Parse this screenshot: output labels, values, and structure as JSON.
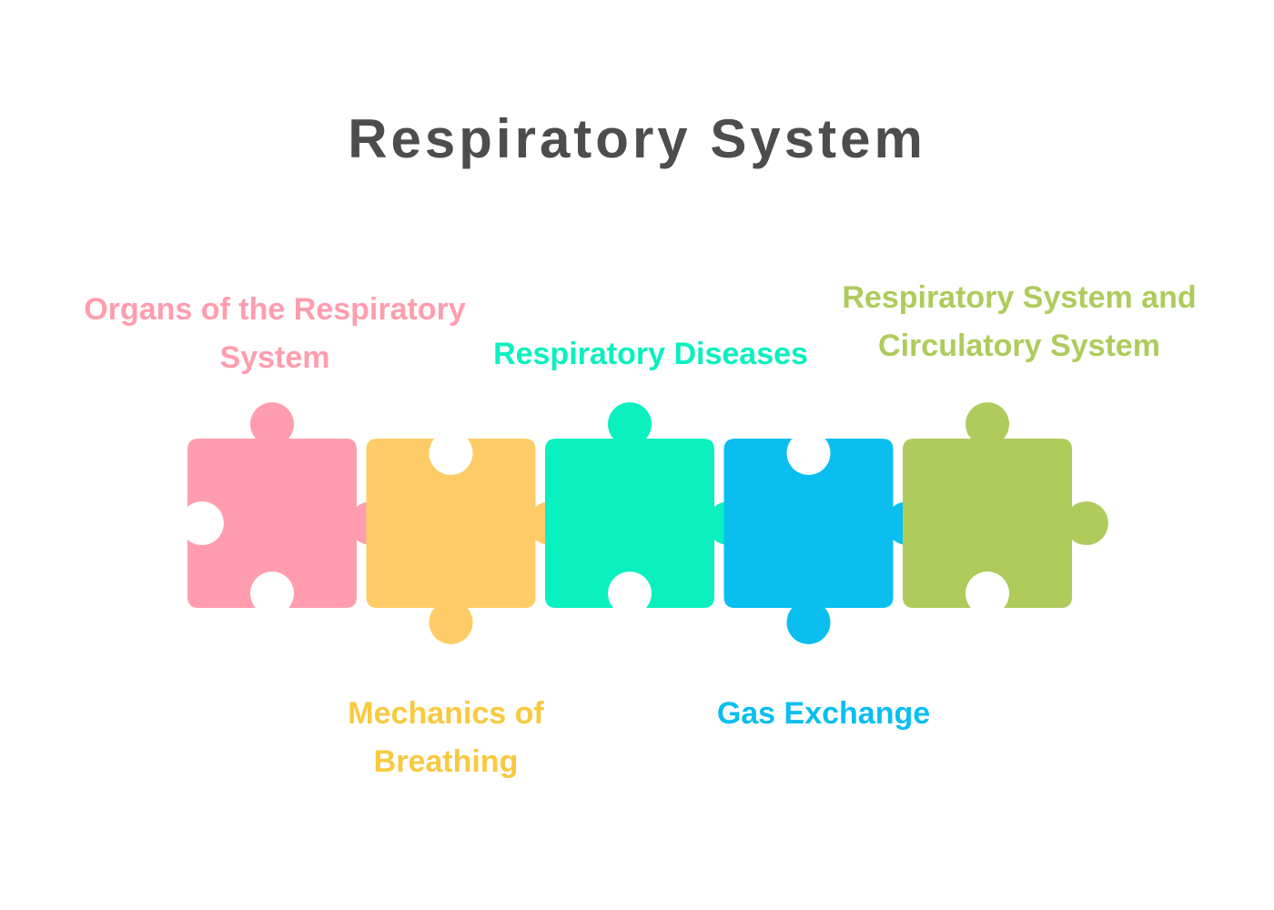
{
  "title": "Respiratory System",
  "pieces": [
    {
      "label_lines": [
        "Organs of the Respiratory",
        "System"
      ],
      "color": "#FF9DAE"
    },
    {
      "label_lines": [
        "Mechanics of",
        "Breathing"
      ],
      "color": "#FECC66"
    },
    {
      "label_lines": [
        "Respiratory Diseases"
      ],
      "color": "#0AF0BF"
    },
    {
      "label_lines": [
        "Gas Exchange"
      ],
      "color": "#0ABEF0"
    },
    {
      "label_lines": [
        "Respiratory System and",
        "Circulatory System"
      ],
      "color": "#AFCB5C"
    }
  ],
  "label_colors": [
    "#FF9DAE",
    "#F9C93F",
    "#0AF0BF",
    "#0ABEF0",
    "#AFCB5C"
  ],
  "title_color": "#4D4D4D"
}
